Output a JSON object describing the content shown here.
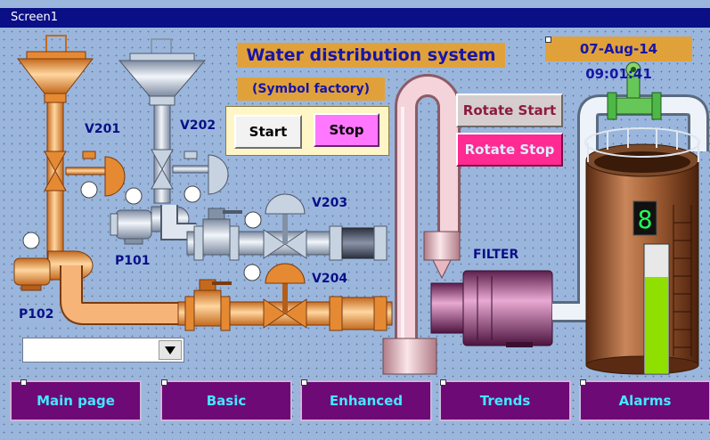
{
  "window": {
    "title": "Screen1"
  },
  "header": {
    "title": "Water distribution system",
    "subtitle": "(Symbol factory)",
    "datetime": "07-Aug-14 09:01:41"
  },
  "controls": {
    "start_label": "Start",
    "stop_label": "Stop",
    "rotate_start_label": "Rotate Start",
    "rotate_stop_label": "Rotate Stop"
  },
  "labels": {
    "v201": "V201",
    "v202": "V202",
    "v203": "V203",
    "v204": "V204",
    "p101": "P101",
    "p102": "P102",
    "filter": "FILTER"
  },
  "tank": {
    "display_digit": "8",
    "level_fraction": 0.75
  },
  "dropdown": {
    "value": ""
  },
  "nav": {
    "items": [
      {
        "label": "Main page"
      },
      {
        "label": "Basic"
      },
      {
        "label": "Enhanced"
      },
      {
        "label": "Trends"
      },
      {
        "label": "Alarms"
      }
    ]
  },
  "colors": {
    "title_bar": "#0a0f86",
    "background": "#9ab6dd",
    "banner": "#e1a13a",
    "nav_button": "#6d0a76",
    "nav_text": "#42e8ff",
    "stop_button": "#ff77ff",
    "rotate_stop_button": "#ff2a92",
    "level_bar": "#8fe000"
  }
}
